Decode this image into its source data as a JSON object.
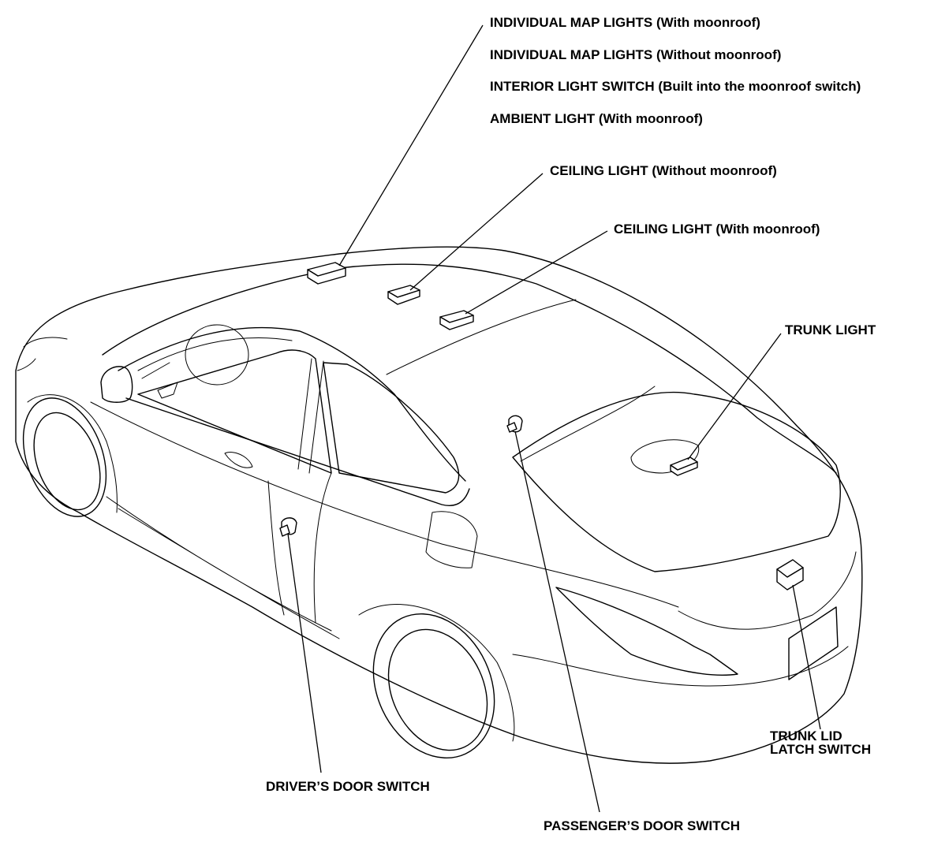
{
  "labels": {
    "map_lights_with": "INDIVIDUAL MAP LIGHTS (With moonroof)",
    "map_lights_without": "INDIVIDUAL MAP LIGHTS (Without moonroof)",
    "interior_switch": "INTERIOR LIGHT SWITCH (Built into the moonroof switch)",
    "ambient_light": "AMBIENT LIGHT (With moonroof)",
    "ceiling_without": "CEILING LIGHT (Without moonroof)",
    "ceiling_with": "CEILING LIGHT (With moonroof)",
    "trunk_light": "TRUNK LIGHT",
    "trunk_latch_line1": "TRUNK LID",
    "trunk_latch_line2": "LATCH SWITCH",
    "driver_door": "DRIVER’S DOOR SWITCH",
    "passenger_door": "PASSENGER’S DOOR SWITCH"
  }
}
